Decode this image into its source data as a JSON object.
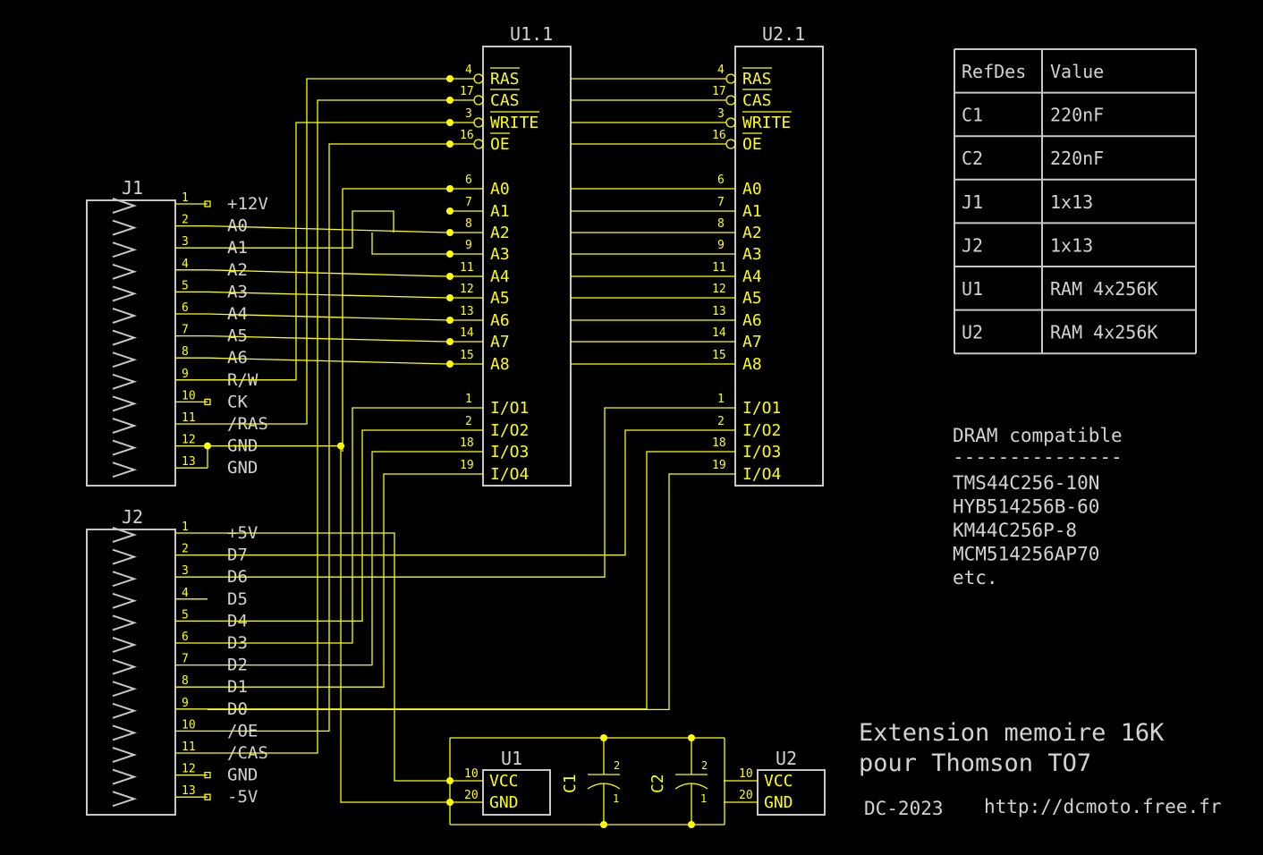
{
  "colors": {
    "background": "#000000",
    "wire": "#ffff00",
    "outline": "#c8c8c8",
    "label": "#d2d2d2"
  },
  "connectors": {
    "j1": {
      "name": "J1",
      "pins": [
        {
          "num": "1",
          "label": "+12V"
        },
        {
          "num": "2",
          "label": "A0"
        },
        {
          "num": "3",
          "label": "A1"
        },
        {
          "num": "4",
          "label": "A2"
        },
        {
          "num": "5",
          "label": "A3"
        },
        {
          "num": "6",
          "label": "A4"
        },
        {
          "num": "7",
          "label": "A5"
        },
        {
          "num": "8",
          "label": "A6"
        },
        {
          "num": "9",
          "label": "R/W"
        },
        {
          "num": "10",
          "label": "CK"
        },
        {
          "num": "11",
          "label": "/RAS"
        },
        {
          "num": "12",
          "label": "GND"
        },
        {
          "num": "13",
          "label": "GND"
        }
      ]
    },
    "j2": {
      "name": "J2",
      "pins": [
        {
          "num": "1",
          "label": "+5V"
        },
        {
          "num": "2",
          "label": "D7"
        },
        {
          "num": "3",
          "label": "D6"
        },
        {
          "num": "4",
          "label": "D5"
        },
        {
          "num": "5",
          "label": "D4"
        },
        {
          "num": "6",
          "label": "D3"
        },
        {
          "num": "7",
          "label": "D2"
        },
        {
          "num": "8",
          "label": "D1"
        },
        {
          "num": "9",
          "label": "D0"
        },
        {
          "num": "10",
          "label": "/OE"
        },
        {
          "num": "11",
          "label": "/CAS"
        },
        {
          "num": "12",
          "label": "GND"
        },
        {
          "num": "13",
          "label": "-5V"
        }
      ]
    }
  },
  "chips": {
    "u1": {
      "name": "U1.1"
    },
    "u2": {
      "name": "U2.1"
    },
    "pins": [
      {
        "num": "4",
        "label": "RAS"
      },
      {
        "num": "17",
        "label": "CAS"
      },
      {
        "num": "3",
        "label": "WRITE"
      },
      {
        "num": "16",
        "label": "OE"
      },
      {
        "num": "6",
        "label": "A0"
      },
      {
        "num": "7",
        "label": "A1"
      },
      {
        "num": "8",
        "label": "A2"
      },
      {
        "num": "9",
        "label": "A3"
      },
      {
        "num": "11",
        "label": "A4"
      },
      {
        "num": "12",
        "label": "A5"
      },
      {
        "num": "13",
        "label": "A6"
      },
      {
        "num": "14",
        "label": "A7"
      },
      {
        "num": "15",
        "label": "A8"
      },
      {
        "num": "1",
        "label": "I/O1"
      },
      {
        "num": "2",
        "label": "I/O2"
      },
      {
        "num": "18",
        "label": "I/O3"
      },
      {
        "num": "19",
        "label": "I/O4"
      }
    ]
  },
  "power": {
    "u1": {
      "name": "U1",
      "pins": [
        {
          "num": "10",
          "label": "VCC"
        },
        {
          "num": "20",
          "label": "GND"
        }
      ]
    },
    "u2": {
      "name": "U2",
      "pins": [
        {
          "num": "10",
          "label": "VCC"
        },
        {
          "num": "20",
          "label": "GND"
        }
      ]
    },
    "c1": {
      "name": "C1",
      "pin_top": "2",
      "pin_bottom": "1"
    },
    "c2": {
      "name": "C2",
      "pin_top": "2",
      "pin_bottom": "1"
    }
  },
  "bom": {
    "headers": [
      "RefDes",
      "Value"
    ],
    "rows": [
      [
        "C1",
        "220nF"
      ],
      [
        "C2",
        "220nF"
      ],
      [
        "J1",
        "1x13"
      ],
      [
        "J2",
        "1x13"
      ],
      [
        "U1",
        "RAM 4x256K"
      ],
      [
        "U2",
        "RAM 4x256K"
      ]
    ]
  },
  "compat": {
    "title": "DRAM compatible",
    "rule": "---------------",
    "items": [
      "TMS44C256-10N",
      "HYB514256B-60",
      "KM44C256P-8",
      "MCM514256AP70",
      "etc."
    ]
  },
  "footer": {
    "title_line1": "Extension memoire 16K",
    "title_line2": "pour Thomson TO7",
    "author": "DC-2023",
    "url": "http://dcmoto.free.fr"
  }
}
